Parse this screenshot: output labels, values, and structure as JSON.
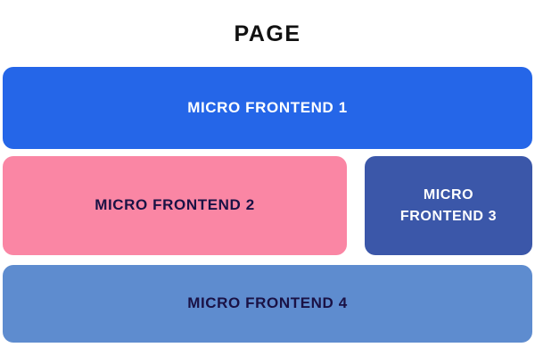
{
  "title": "PAGE",
  "colors": {
    "frontend1_bg": "#2566E8",
    "frontend2_bg": "#FA86A4",
    "frontend3_bg": "#3B57A9",
    "frontend4_bg": "#5E8CCF",
    "light_text": "#FFFFFF",
    "dark_text": "#1A1245",
    "title_text": "#111111"
  },
  "blocks": {
    "frontend1": {
      "label": "MICRO FRONTEND 1"
    },
    "frontend2": {
      "label": "MICRO FRONTEND 2"
    },
    "frontend3": {
      "label": "MICRO FRONTEND 3"
    },
    "frontend4": {
      "label": "MICRO FRONTEND 4"
    }
  }
}
